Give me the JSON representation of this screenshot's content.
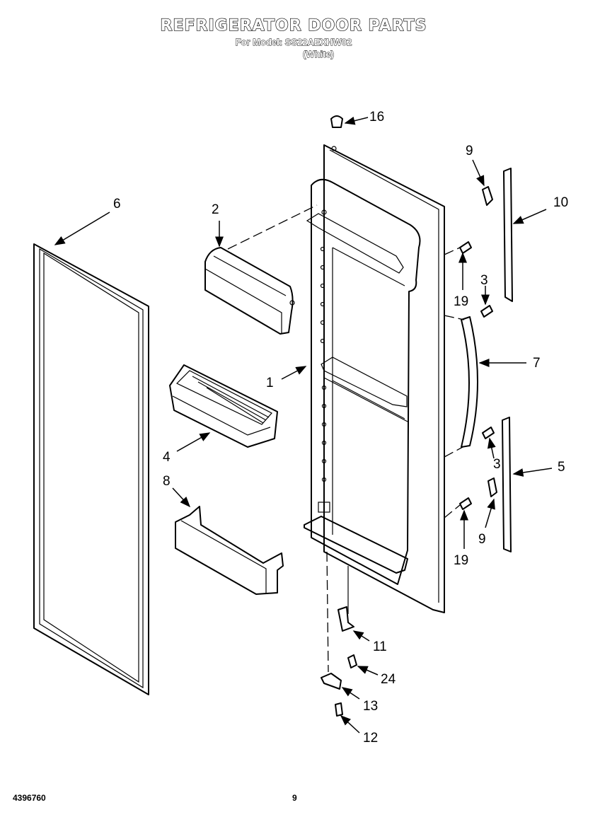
{
  "header": {
    "title": "REFRIGERATOR DOOR PARTS",
    "model_line": "For Model: SS22AEXHW02",
    "color_line": "(White)"
  },
  "footer": {
    "doc_number": "4396760",
    "page_number": "9"
  },
  "callouts": [
    {
      "id": "c1",
      "text": "1"
    },
    {
      "id": "c2",
      "text": "2"
    },
    {
      "id": "c3a",
      "text": "3"
    },
    {
      "id": "c3b",
      "text": "3"
    },
    {
      "id": "c4",
      "text": "4"
    },
    {
      "id": "c5",
      "text": "5"
    },
    {
      "id": "c6",
      "text": "6"
    },
    {
      "id": "c7",
      "text": "7"
    },
    {
      "id": "c8",
      "text": "8"
    },
    {
      "id": "c9a",
      "text": "9"
    },
    {
      "id": "c9b",
      "text": "9"
    },
    {
      "id": "c10",
      "text": "10"
    },
    {
      "id": "c11",
      "text": "11"
    },
    {
      "id": "c12",
      "text": "12"
    },
    {
      "id": "c13",
      "text": "13"
    },
    {
      "id": "c16",
      "text": "16"
    },
    {
      "id": "c19a",
      "text": "19"
    },
    {
      "id": "c19b",
      "text": "19"
    },
    {
      "id": "c24",
      "text": "24"
    }
  ]
}
